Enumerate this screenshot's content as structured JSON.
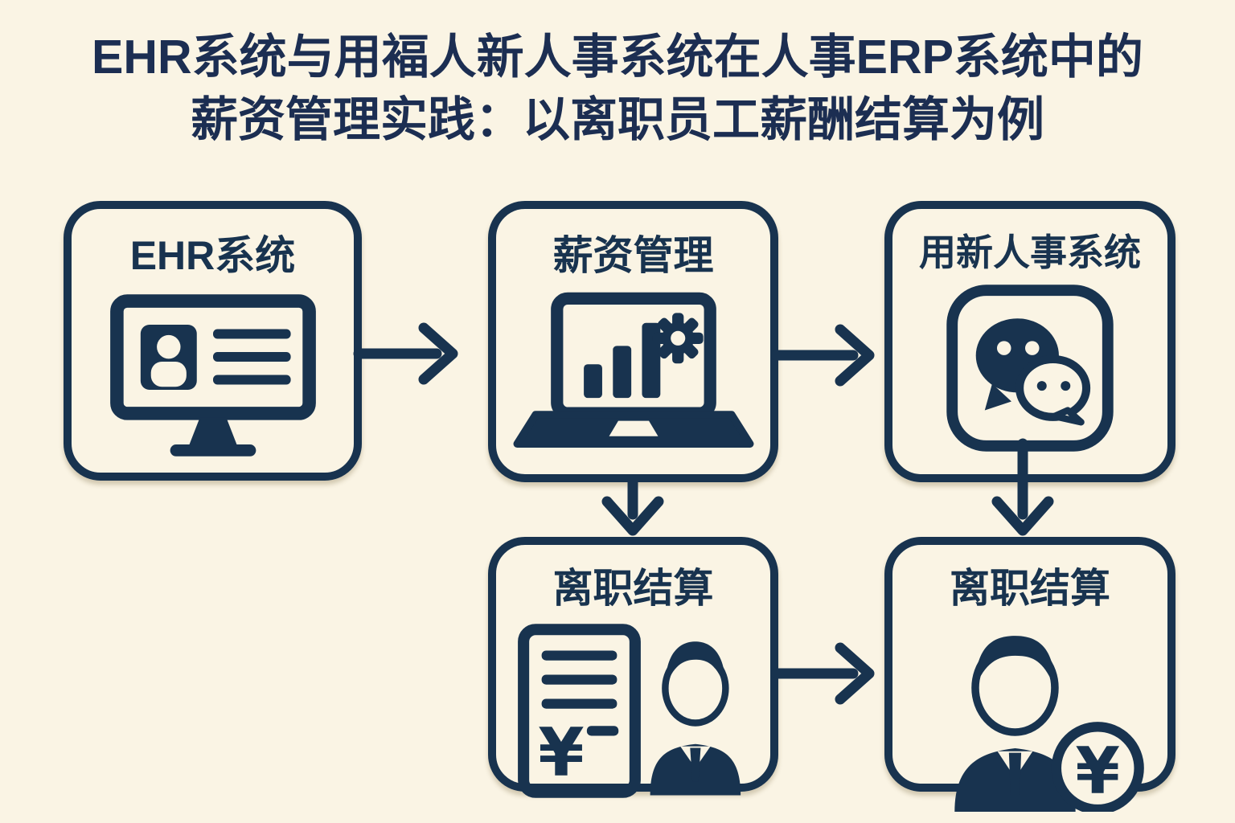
{
  "colors": {
    "ink": "#18334F",
    "title": "#1C2E52",
    "bg": "#FAF4E4"
  },
  "title": {
    "line1": "EHR系统与用褔人新人事系统在人事ERP系统中的",
    "line2": "薪资管理实践：以离职员工薪酬结算为例"
  },
  "boxes": [
    {
      "id": "ehr",
      "label": "EHR系统",
      "icon": "monitor-profile-icon"
    },
    {
      "id": "payroll",
      "label": "薪资管理",
      "icon": "laptop-chart-gear-icon"
    },
    {
      "id": "newhr",
      "label": "用新人事系统",
      "icon": "wechat-icon"
    },
    {
      "id": "settle1",
      "label": "离职结算",
      "icon": "document-person-icon"
    },
    {
      "id": "settle2",
      "label": "离职结算",
      "icon": "person-yuan-icon"
    }
  ],
  "symbols": {
    "yuan": "¥"
  },
  "arrows": [
    {
      "from": "ehr",
      "to": "payroll",
      "direction": "right"
    },
    {
      "from": "payroll",
      "to": "newhr",
      "direction": "right"
    },
    {
      "from": "payroll",
      "to": "settle1",
      "direction": "down"
    },
    {
      "from": "newhr",
      "to": "settle2",
      "direction": "down"
    },
    {
      "from": "settle1",
      "to": "settle2",
      "direction": "right"
    }
  ]
}
